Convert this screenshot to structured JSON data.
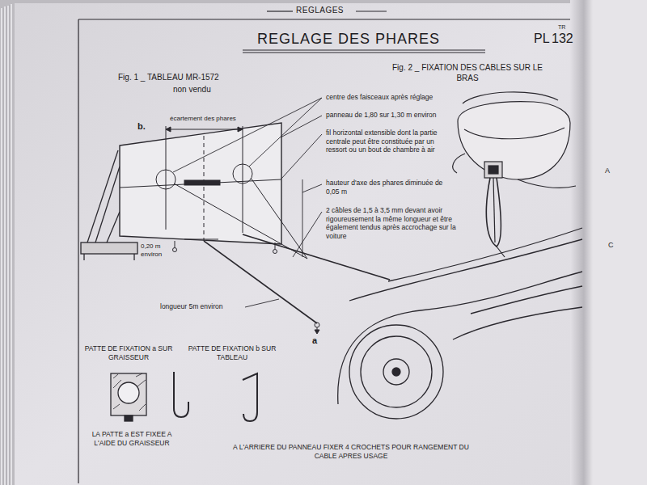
{
  "diagram": {
    "title": "REGLAGE DES PHARES",
    "labels": [
      "REGLAGES",
      "TR",
      "PL",
      "132",
      "Fig. 1 _ TABLEAU MR-1572",
      "non vendu",
      "Fig. 2 _ FIXATION DES CABLES SUR LE BRAS",
      "b.",
      "écartement des phares",
      "centre des faisceaux après réglage",
      "panneau de 1,80 sur 1,30 m environ",
      "fil horizontal extensible dont la partie centrale peut être constituée par un ressort ou un bout de chambre à air",
      "hauteur d'axe des phares diminuée de 0,05 m",
      "2 câbles de 1,5 à 3,5 mm devant avoir rigoureusement la même longueur et être également tendus après accrochage sur la voiture",
      "0,20 m environ",
      "longueur 5m environ",
      "a",
      "PATTE DE FIXATION a SUR GRAISSEUR",
      "PATTE DE FIXATION b SUR TABLEAU",
      "LA PATTE a EST FIXEE A L'AIDE DU GRAISSEUR",
      "A L'ARRIERE DU PANNEAU FIXER 4 CROCHETS POUR RANGEMENT DU CABLE APRES USAGE",
      "A",
      "C"
    ]
  }
}
